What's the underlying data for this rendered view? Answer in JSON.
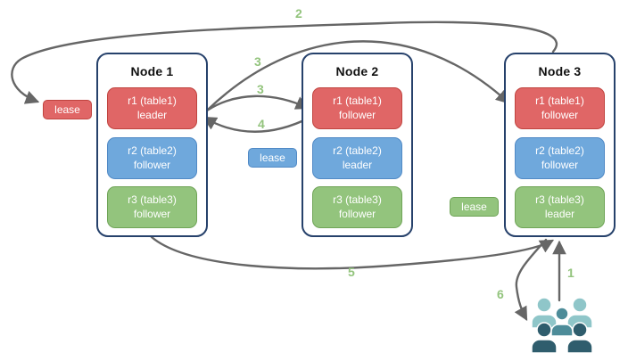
{
  "nodes": [
    {
      "title": "Node 1",
      "replicas": [
        {
          "name": "r1 (table1)",
          "role": "leader",
          "color": "red"
        },
        {
          "name": "r2 (table2)",
          "role": "follower",
          "color": "blue"
        },
        {
          "name": "r3 (table3)",
          "role": "follower",
          "color": "green"
        }
      ]
    },
    {
      "title": "Node 2",
      "replicas": [
        {
          "name": "r1 (table1)",
          "role": "follower",
          "color": "red"
        },
        {
          "name": "r2 (table2)",
          "role": "leader",
          "color": "blue"
        },
        {
          "name": "r3 (table3)",
          "role": "follower",
          "color": "green"
        }
      ]
    },
    {
      "title": "Node 3",
      "replicas": [
        {
          "name": "r1 (table1)",
          "role": "follower",
          "color": "red"
        },
        {
          "name": "r2 (table2)",
          "role": "follower",
          "color": "blue"
        },
        {
          "name": "r3 (table3)",
          "role": "leader",
          "color": "green"
        }
      ]
    }
  ],
  "leases": {
    "red": {
      "label": "lease"
    },
    "blue": {
      "label": "lease"
    },
    "green": {
      "label": "lease"
    }
  },
  "steps": {
    "n1": "1",
    "n2": "2",
    "n3_long": "3",
    "n3_short": "3",
    "n4": "4",
    "n5": "5",
    "n6": "6"
  },
  "icons": {
    "users": "users-group-icon"
  },
  "colors": {
    "red_fill": "#e06666",
    "red_border": "#c0443f",
    "blue_fill": "#6fa8dc",
    "blue_border": "#5089c5",
    "green_fill": "#93c47d",
    "green_border": "#6fa457",
    "node_border": "#26416b",
    "arrow": "#666666",
    "step_label": "#93c47d",
    "users_light": "#8fc6c9",
    "users_medium": "#4d8c99",
    "users_dark": "#2f5d6d"
  }
}
